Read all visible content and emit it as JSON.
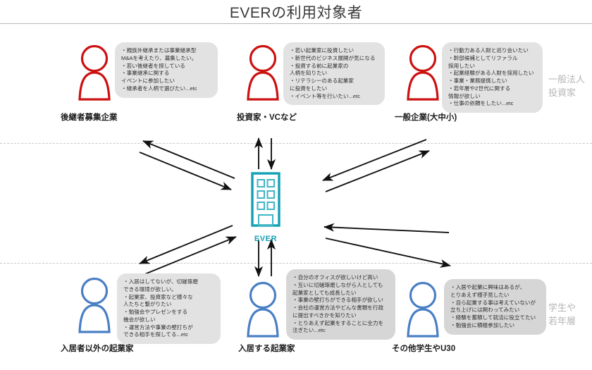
{
  "header": {
    "title": "EVERの利用対象者"
  },
  "zones": {
    "corporate": "一般法人\n投資家",
    "students": "学生や\n若年層"
  },
  "center": {
    "icon": "building-icon",
    "label": "EVER",
    "color": "#12a0b4"
  },
  "colors": {
    "red_persona": "#cc1111",
    "blue_persona": "#4a7fc4",
    "bubble_bg": "#e2e2e2",
    "bubble_bg_dark": "#d6d6d6",
    "arrow": "#111111",
    "divider": "#c9c9c9",
    "zone_caption": "#b5b5b5"
  },
  "personas": [
    {
      "id": "successor-company",
      "label": "後継者募集企業",
      "icon": "person-icon",
      "icon_color": "#cc1111",
      "bubble": "・親族外継承または事業継承型\n  M&Aを考えたり、募集したい。\n・若い後継者を探している\n・事業継承に関する\n  イベントに参加したい\n・継承者を人柄で選びたい...etc"
    },
    {
      "id": "investor-vc",
      "label": "投資家・VCなど",
      "icon": "person-icon",
      "icon_color": "#cc1111",
      "bubble": "・若い起業家に投資したい\n・新世代のビジネス展開が気になる\n・投資する前に起業家の\n  人柄を知りたい\n・リテラシーのある起業家\n  に投資をしたい\n・イベント等を行いたい...etc"
    },
    {
      "id": "general-company",
      "label": "一般企業(大中小)",
      "icon": "person-icon",
      "icon_color": "#cc1111",
      "bubble": "・行動力ある人財と巡り会いたい\n・幹部候補としてリファラル\n  採用したい\n・起業経験がある人財を採用したい\n・事業・業務提携したい\n・若年層やZ世代に関する\n  情報が欲しい\n・仕事の依頼をしたい...etc"
    },
    {
      "id": "non-resident-entrepreneur",
      "label": "入居者以外の起業家",
      "icon": "person-icon",
      "icon_color": "#4a7fc4",
      "bubble": "・入居はしてないが、切磋琢磨\n  できる環境が欲しい。\n・起業家、投資家など様々な\n  人たちと繋がりたい\n・勉強会やプレゼンをする\n  機会が欲しい\n・運営方法や事業の壁打ちが\n  できる相手を探してる...etc"
    },
    {
      "id": "resident-entrepreneur",
      "label": "入居する起業家",
      "icon": "person-icon",
      "icon_color": "#4a7fc4",
      "bubble": "・自分のオフィスが欲しいけど高い\n・互いに切磋琢磨しながら人としても\n  起業家としても成長したい\n・事業の壁打ちができる相手が欲しい\n・会社の運営方法やどんな書類を行政\n  に提出すべきかを知りたい\n・とりあえず起業をすることに全力を\n  注ぎたい...etc"
    },
    {
      "id": "other-students-u30",
      "label": "その他学生やU30",
      "icon": "person-icon",
      "icon_color": "#4a7fc4",
      "bubble": "・入居や起業に興味はあるが、\n  とりあえず様子見したい\n・自ら起業する事は考えていないが\n  立ち上げには関わってみたい\n・経験を蓄積して就活に役立てたい\n・勉強会に積極参加したい"
    }
  ],
  "connections": [
    {
      "from": "successor-company",
      "to": "EVER",
      "type": "bidirectional"
    },
    {
      "from": "investor-vc",
      "to": "EVER",
      "type": "bidirectional"
    },
    {
      "from": "general-company",
      "to": "EVER",
      "type": "bidirectional"
    },
    {
      "from": "non-resident-entrepreneur",
      "to": "EVER",
      "type": "bidirectional"
    },
    {
      "from": "resident-entrepreneur",
      "to": "EVER",
      "type": "bidirectional"
    },
    {
      "from": "other-students-u30",
      "to": "EVER",
      "type": "bidirectional"
    }
  ]
}
